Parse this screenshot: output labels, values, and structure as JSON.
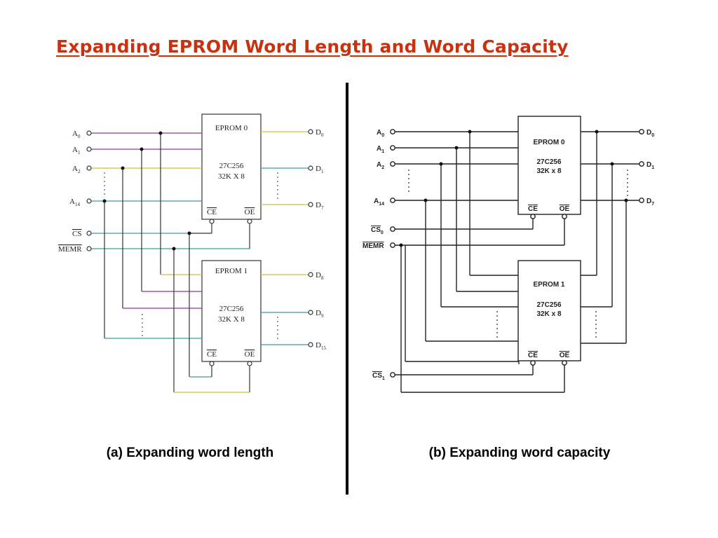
{
  "title": "Expanding EPROM Word Length and Word Capacity",
  "colors": {
    "title": "#c8320f",
    "wire_yellow": "#c8c43a",
    "wire_purple": "#8a3a96",
    "wire_teal": "#3a9aa0",
    "wire_dark": "#333333"
  },
  "diagram_a": {
    "caption": "(a) Expanding word length",
    "inputs": [
      {
        "name": "A",
        "sub": "0"
      },
      {
        "name": "A",
        "sub": "1"
      },
      {
        "name": "A",
        "sub": "2"
      },
      {
        "name": "A",
        "sub": "14"
      },
      {
        "name": "CS",
        "sub": ""
      },
      {
        "name": "MEMR",
        "sub": ""
      }
    ],
    "chips": [
      {
        "title": "EPROM 0",
        "part": "27C256",
        "org": "32K X 8",
        "ce": "CE",
        "oe": "OE",
        "outputs": [
          {
            "name": "D",
            "sub": "0"
          },
          {
            "name": "D",
            "sub": "1"
          },
          {
            "name": "D",
            "sub": "7"
          }
        ]
      },
      {
        "title": "EPROM 1",
        "part": "27C256",
        "org": "32K X 8",
        "ce": "CE",
        "oe": "OE",
        "outputs": [
          {
            "name": "D",
            "sub": "8"
          },
          {
            "name": "D",
            "sub": "9"
          },
          {
            "name": "D",
            "sub": "15"
          }
        ]
      }
    ]
  },
  "diagram_b": {
    "caption": "(b) Expanding word capacity",
    "inputs": [
      {
        "name": "A",
        "sub": "0"
      },
      {
        "name": "A",
        "sub": "1"
      },
      {
        "name": "A",
        "sub": "2"
      },
      {
        "name": "A",
        "sub": "14"
      },
      {
        "name": "CS",
        "sub": "0"
      },
      {
        "name": "MEMR",
        "sub": ""
      },
      {
        "name": "CS",
        "sub": "1"
      }
    ],
    "chips": [
      {
        "title": "EPROM 0",
        "part": "27C256",
        "org": "32K x 8",
        "ce": "CE",
        "oe": "OE"
      },
      {
        "title": "EPROM 1",
        "part": "27C256",
        "org": "32K x 8",
        "ce": "CE",
        "oe": "OE"
      }
    ],
    "outputs": [
      {
        "name": "D",
        "sub": "0"
      },
      {
        "name": "D",
        "sub": "1"
      },
      {
        "name": "D",
        "sub": "7"
      }
    ]
  }
}
